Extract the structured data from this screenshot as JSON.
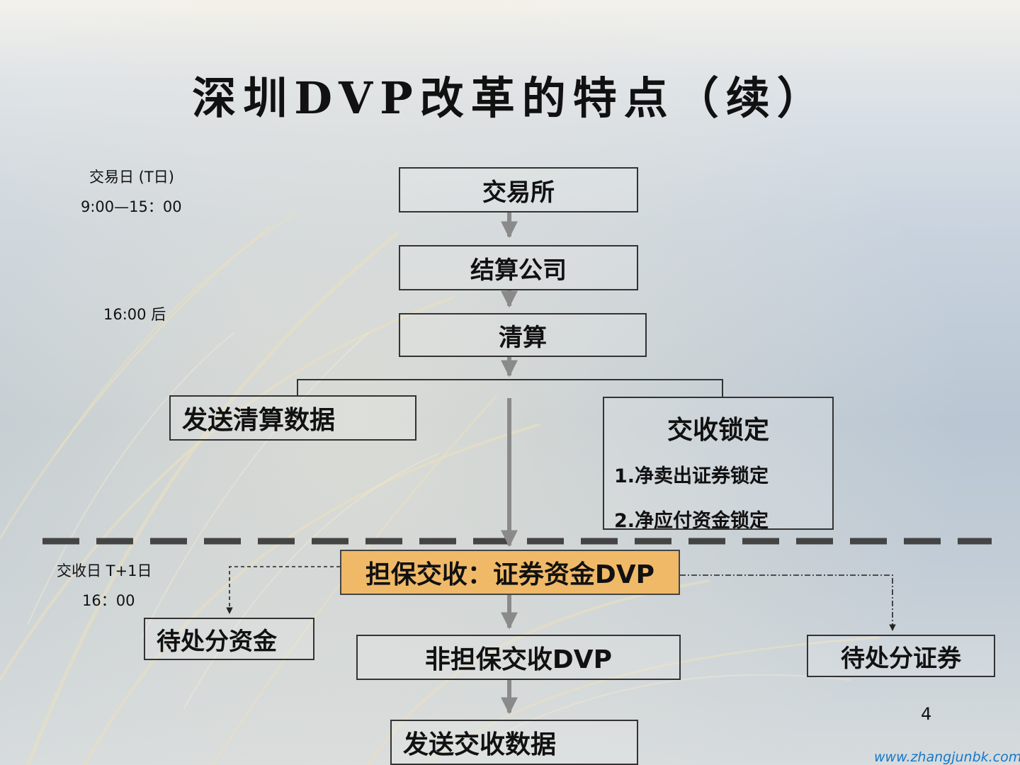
{
  "title": "深圳DVP改革的特点（续）",
  "notes": {
    "trade_day": "交易日 (T日)",
    "trade_hours": "9:00—15：00",
    "after_time": "16:00 后",
    "settle_day": "交收日  T+1日",
    "settle_time": "16：00"
  },
  "boxes": {
    "exchange": "交易所",
    "clearing_company": "结算公司",
    "clearing": "清算",
    "send_clearing_data": "发送清算数据",
    "settlement_lock": {
      "title": "交收锁定",
      "items": [
        "1.净卖出证券锁定",
        "2.净应付资金锁定"
      ]
    },
    "guaranteed_settlement": "担保交收：证券资金DVP",
    "pending_funds": "待处分资金",
    "non_guaranteed_settlement": "非担保交收DVP",
    "pending_securities": "待处分证券",
    "send_settlement_data": "发送交收数据"
  },
  "page_number": "4",
  "watermark": "www.zhangjunbk.com",
  "colors": {
    "highlight_box": "#f0b968",
    "arrow": "#8a8a8a",
    "dashed_divider": "#444444",
    "watermark": "#1677c7"
  }
}
